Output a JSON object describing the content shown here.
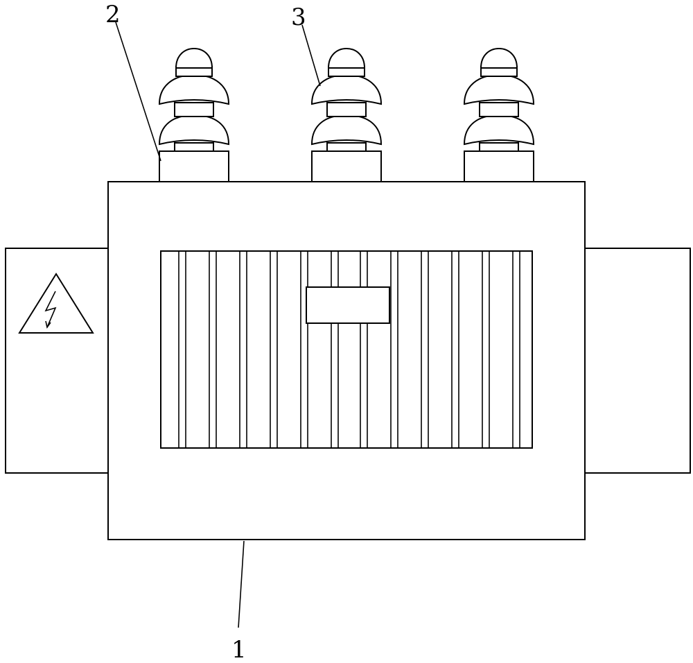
{
  "callouts": {
    "tank_body": "1",
    "bushing_base": "2",
    "insulator": "3"
  },
  "icons": {
    "warning": "high-voltage-warning-icon"
  },
  "colors": {
    "stroke": "#000000",
    "background": "#ffffff"
  }
}
